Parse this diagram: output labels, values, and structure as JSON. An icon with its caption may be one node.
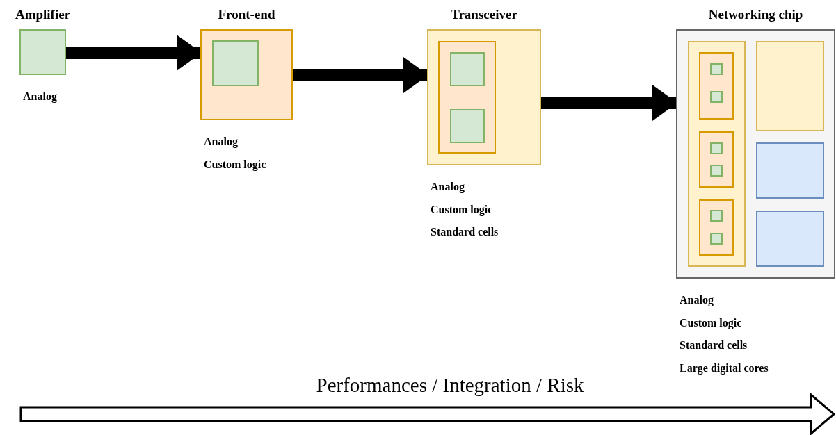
{
  "diagram": {
    "nodes": [
      {
        "text": [
          "Amplifier"
        ],
        "beside": [
          "Analog"
        ]
      },
      {
        "text": [
          "Front-end"
        ],
        "beside": [
          "Analog",
          "Custom logic"
        ]
      },
      {
        "text": [],
        "shape": "box",
        "in": 1
      },
      {
        "text": [
          "Transceiver"
        ],
        "beside": [
          "Analog",
          "Custom logic",
          "Standard cells"
        ]
      },
      {
        "text": [],
        "shape": "box",
        "in": 3
      },
      {
        "text": [],
        "shape": "box",
        "in": 4
      },
      {
        "text": [],
        "shape": "box",
        "in": 4
      },
      {
        "text": [
          "Networking chip"
        ],
        "beside": [
          "Analog",
          "Custom logic",
          "Standard cells",
          "Large digital cores"
        ]
      },
      {
        "text": [],
        "shape": "box",
        "in": 7
      },
      {
        "text": [],
        "shape": "box",
        "in": 8
      },
      {
        "text": [],
        "shape": "box",
        "in": 9
      },
      {
        "text": [],
        "shape": "box",
        "in": 9
      },
      {
        "text": [],
        "shape": "box",
        "in": 8
      },
      {
        "text": [],
        "shape": "box",
        "in": 12
      },
      {
        "text": [],
        "shape": "box",
        "in": 12
      },
      {
        "text": [],
        "shape": "box",
        "in": 8
      },
      {
        "text": [],
        "shape": "box",
        "in": 15
      },
      {
        "text": [],
        "shape": "box",
        "in": 15
      },
      {
        "text": [],
        "shape": "box",
        "in": 7
      },
      {
        "text": [],
        "shape": "box",
        "in": 7
      },
      {
        "text": [],
        "shape": "box",
        "in": 7
      }
    ],
    "edges": [
      {
        "from": 0,
        "to": 1,
        "arrow": "to"
      },
      {
        "from": 1,
        "to": 3,
        "arrow": "to"
      },
      {
        "from": 3,
        "to": 7,
        "arrow": "to"
      }
    ],
    "labels": [
      "Performances / Integration / Risk"
    ]
  }
}
